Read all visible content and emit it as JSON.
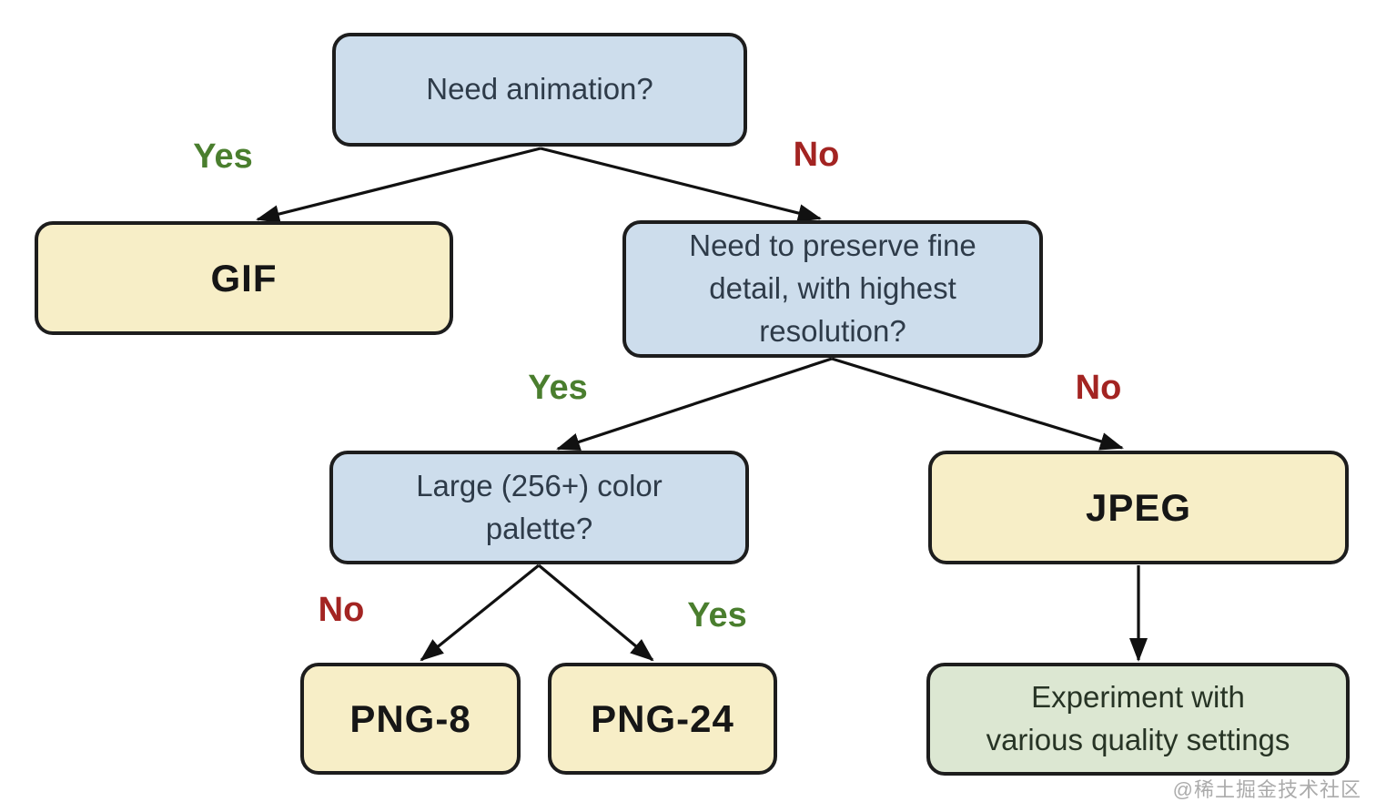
{
  "diagram": {
    "type": "decision-flowchart",
    "nodes": {
      "need_animation": {
        "label": "Need animation?",
        "kind": "question"
      },
      "gif": {
        "label": "GIF",
        "kind": "result"
      },
      "preserve_detail": {
        "label": "Need to preserve fine\ndetail, with highest\nresolution?",
        "kind": "question"
      },
      "color_palette": {
        "label": "Large (256+) color\npalette?",
        "kind": "question"
      },
      "jpeg": {
        "label": "JPEG",
        "kind": "result"
      },
      "png8": {
        "label": "PNG-8",
        "kind": "result"
      },
      "png24": {
        "label": "PNG-24",
        "kind": "result"
      },
      "experiment": {
        "label": "Experiment with\nvarious quality settings",
        "kind": "action"
      }
    },
    "edges": [
      {
        "from": "need_animation",
        "to": "gif",
        "label": "Yes"
      },
      {
        "from": "need_animation",
        "to": "preserve_detail",
        "label": "No"
      },
      {
        "from": "preserve_detail",
        "to": "color_palette",
        "label": "Yes"
      },
      {
        "from": "preserve_detail",
        "to": "jpeg",
        "label": "No"
      },
      {
        "from": "color_palette",
        "to": "png8",
        "label": "No"
      },
      {
        "from": "color_palette",
        "to": "png24",
        "label": "Yes"
      },
      {
        "from": "jpeg",
        "to": "experiment",
        "label": ""
      }
    ],
    "edge_labels": {
      "yes_top": {
        "text": "Yes"
      },
      "no_top": {
        "text": "No"
      },
      "yes_mid": {
        "text": "Yes"
      },
      "no_mid": {
        "text": "No"
      },
      "no_bottom": {
        "text": "No"
      },
      "yes_bottom": {
        "text": "Yes"
      }
    },
    "colors": {
      "question_fill": "#cdddec",
      "result_fill": "#f7eec7",
      "action_fill": "#dce7d2",
      "border": "#1d1d1d",
      "arrow": "#111111",
      "yes_label": "#4a7e2e",
      "no_label": "#a32422",
      "watermark_text": "#969696",
      "background": "#ffffff"
    }
  },
  "watermark": {
    "text": "@稀土掘金技术社区"
  }
}
